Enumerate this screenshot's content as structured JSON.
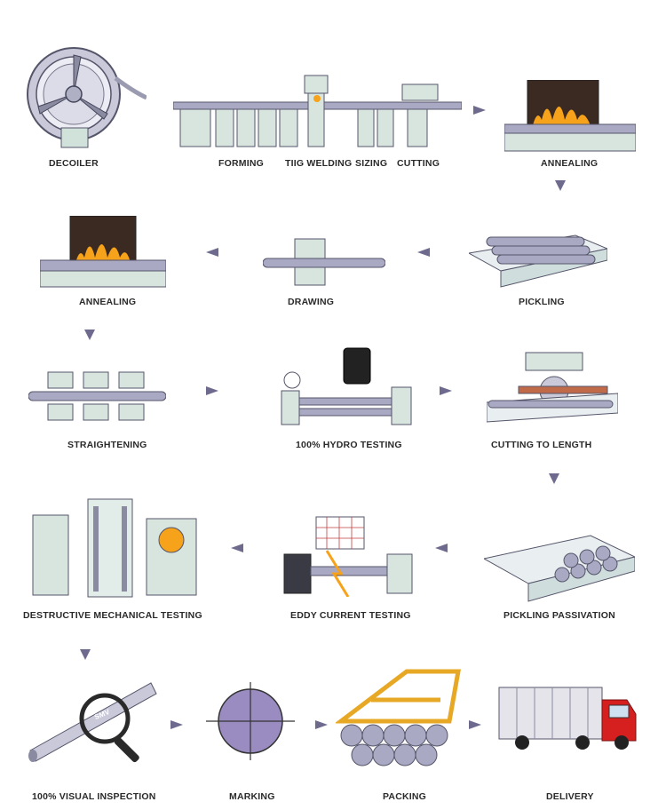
{
  "steps": {
    "decoiler": "DECOILER",
    "forming": "FORMING",
    "tig_welding": "TIIG WELDING",
    "sizing": "SIZING",
    "cutting": "CUTTING",
    "annealing_1": "ANNEALING",
    "pickling": "PICKLING",
    "drawing": "DRAWING",
    "annealing_2": "ANNEALING",
    "straightening": "STRAIGHTENING",
    "hydro_testing": "100%  HYDRO TESTING",
    "cutting_to_length": "CUTTING TO LENGTH",
    "pickling_passivation": "PICKLING  PASSIVATION",
    "eddy_current": "EDDY CURRENT TESTING",
    "destructive": "DESTRUCTIVE MECHANICAL TESTING",
    "visual_inspection": "100% VISUAL INSPECTION",
    "marking": "MARKING",
    "packing": "PACKING",
    "delivery": "DELIVERY"
  },
  "magnifier_text": "SMV",
  "colors": {
    "arrow": "#6e6a8e",
    "steel": "#a9a9c4",
    "machine": "#d7e5de",
    "flame": "#f6a21a",
    "truck_cab": "#d62020",
    "marking_disc": "#9a8cc0",
    "crate": "#e7a825"
  }
}
